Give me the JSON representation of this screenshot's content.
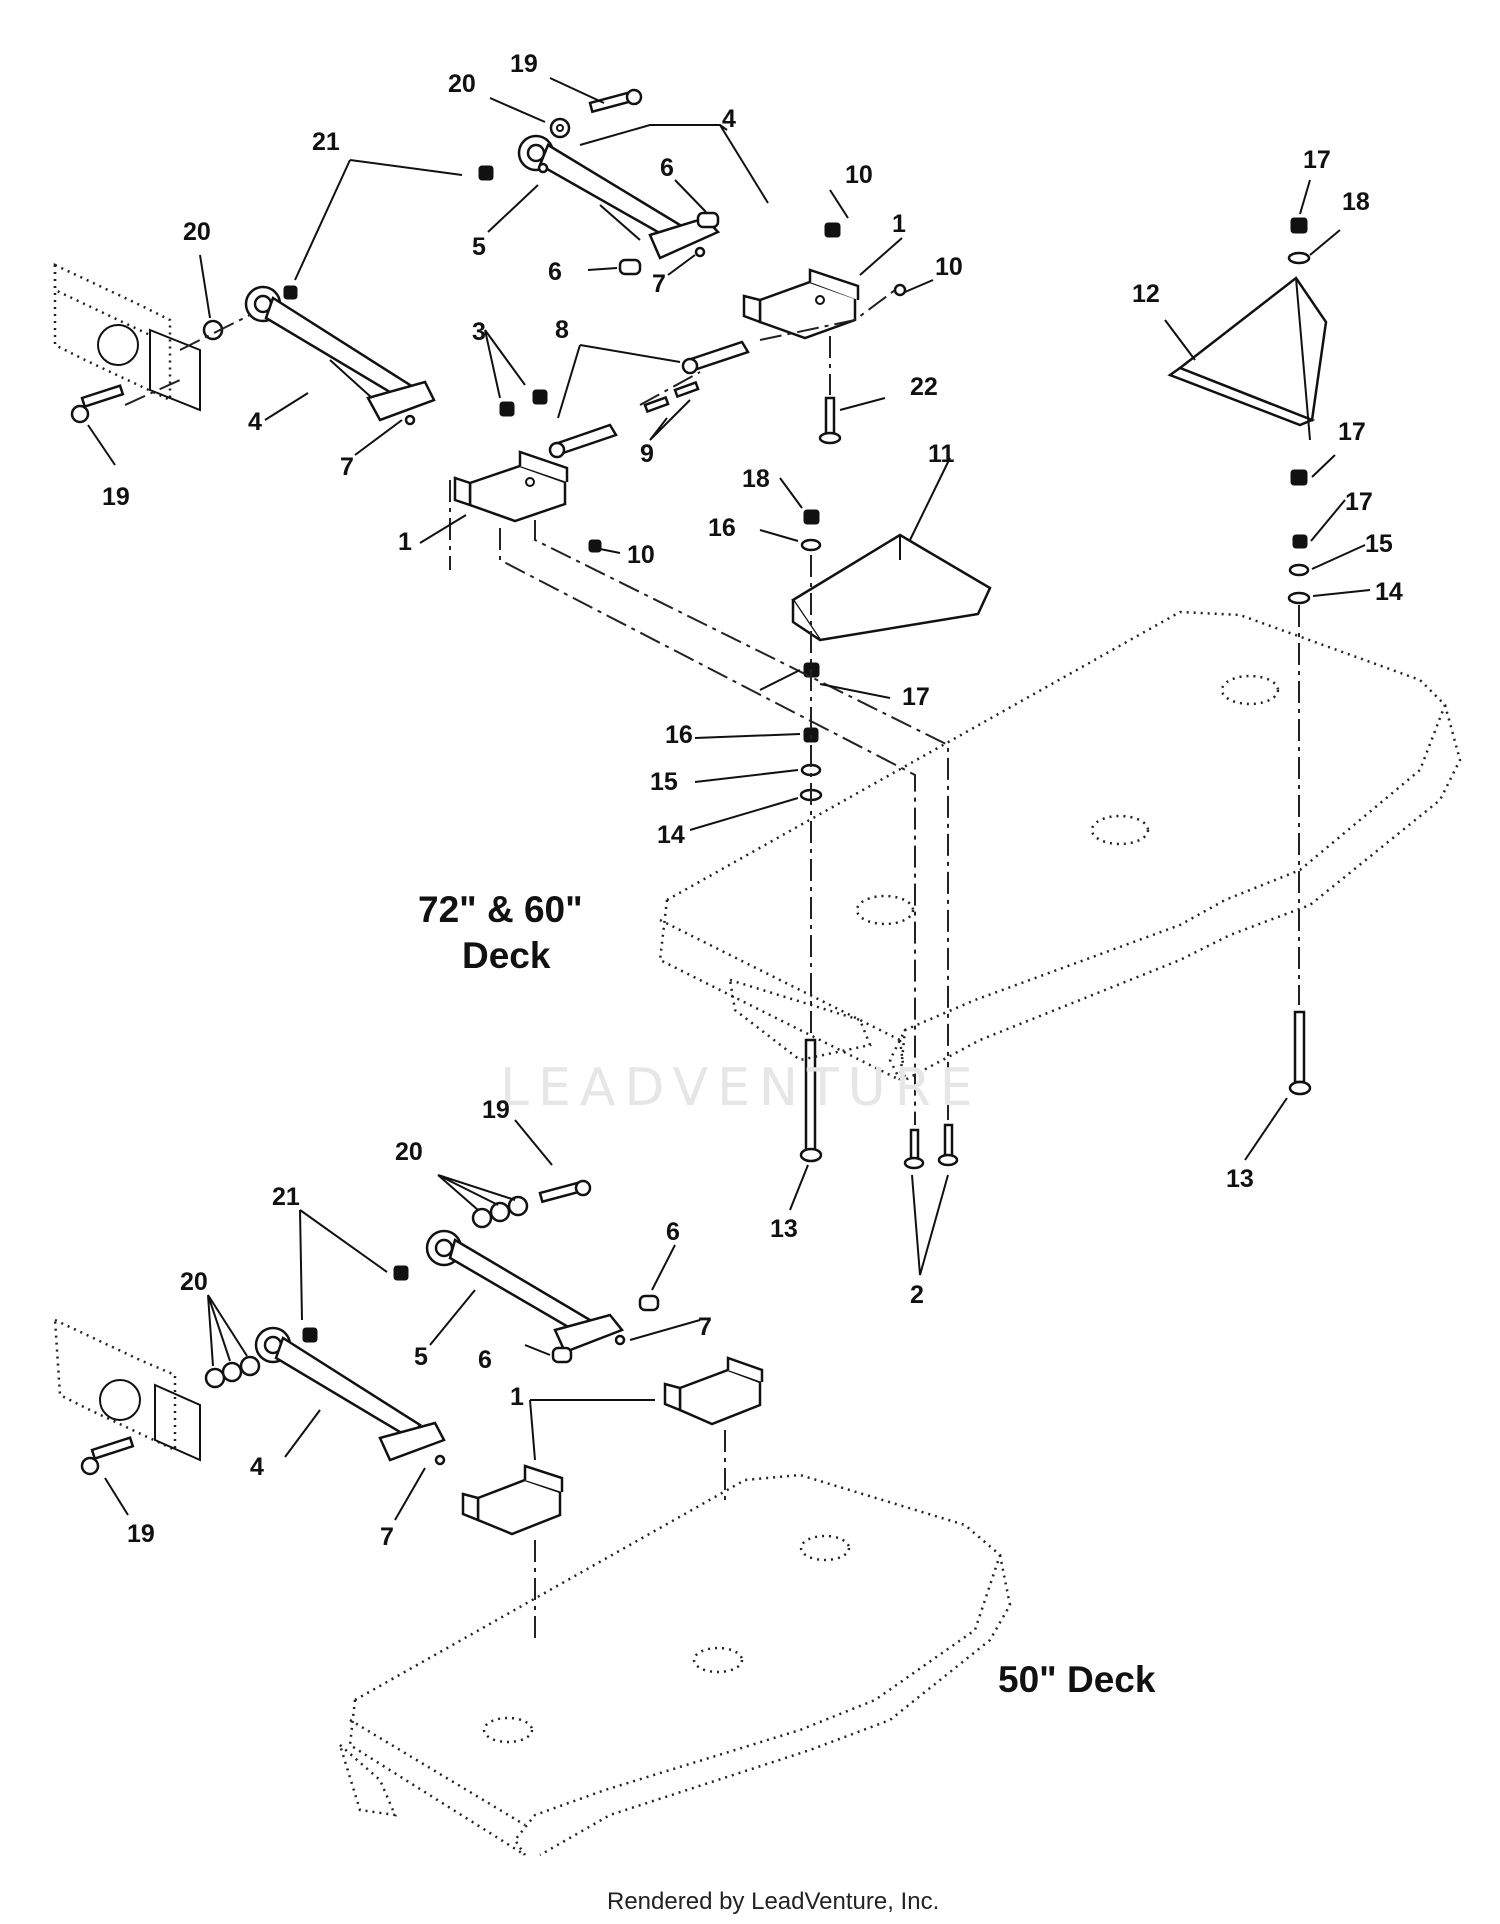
{
  "diagram": {
    "deck_labels": {
      "upper_line1": "72\" & 60\"",
      "upper_line2": "Deck",
      "lower": "50\" Deck"
    },
    "watermark": "LEADVENTURE",
    "credit": "Rendered by LeadVenture, Inc.",
    "callouts_upper": [
      "19",
      "20",
      "4",
      "21",
      "6",
      "10",
      "1",
      "5",
      "6",
      "7",
      "20",
      "10",
      "17",
      "18",
      "12",
      "3",
      "8",
      "22",
      "4",
      "9",
      "7",
      "19",
      "1",
      "10",
      "17",
      "11",
      "18",
      "17",
      "16",
      "15",
      "14",
      "17",
      "16",
      "15",
      "14",
      "13",
      "13",
      "2"
    ],
    "callouts_lower": [
      "19",
      "20",
      "21",
      "6",
      "20",
      "7",
      "5",
      "6",
      "1",
      "4",
      "19",
      "7"
    ]
  }
}
